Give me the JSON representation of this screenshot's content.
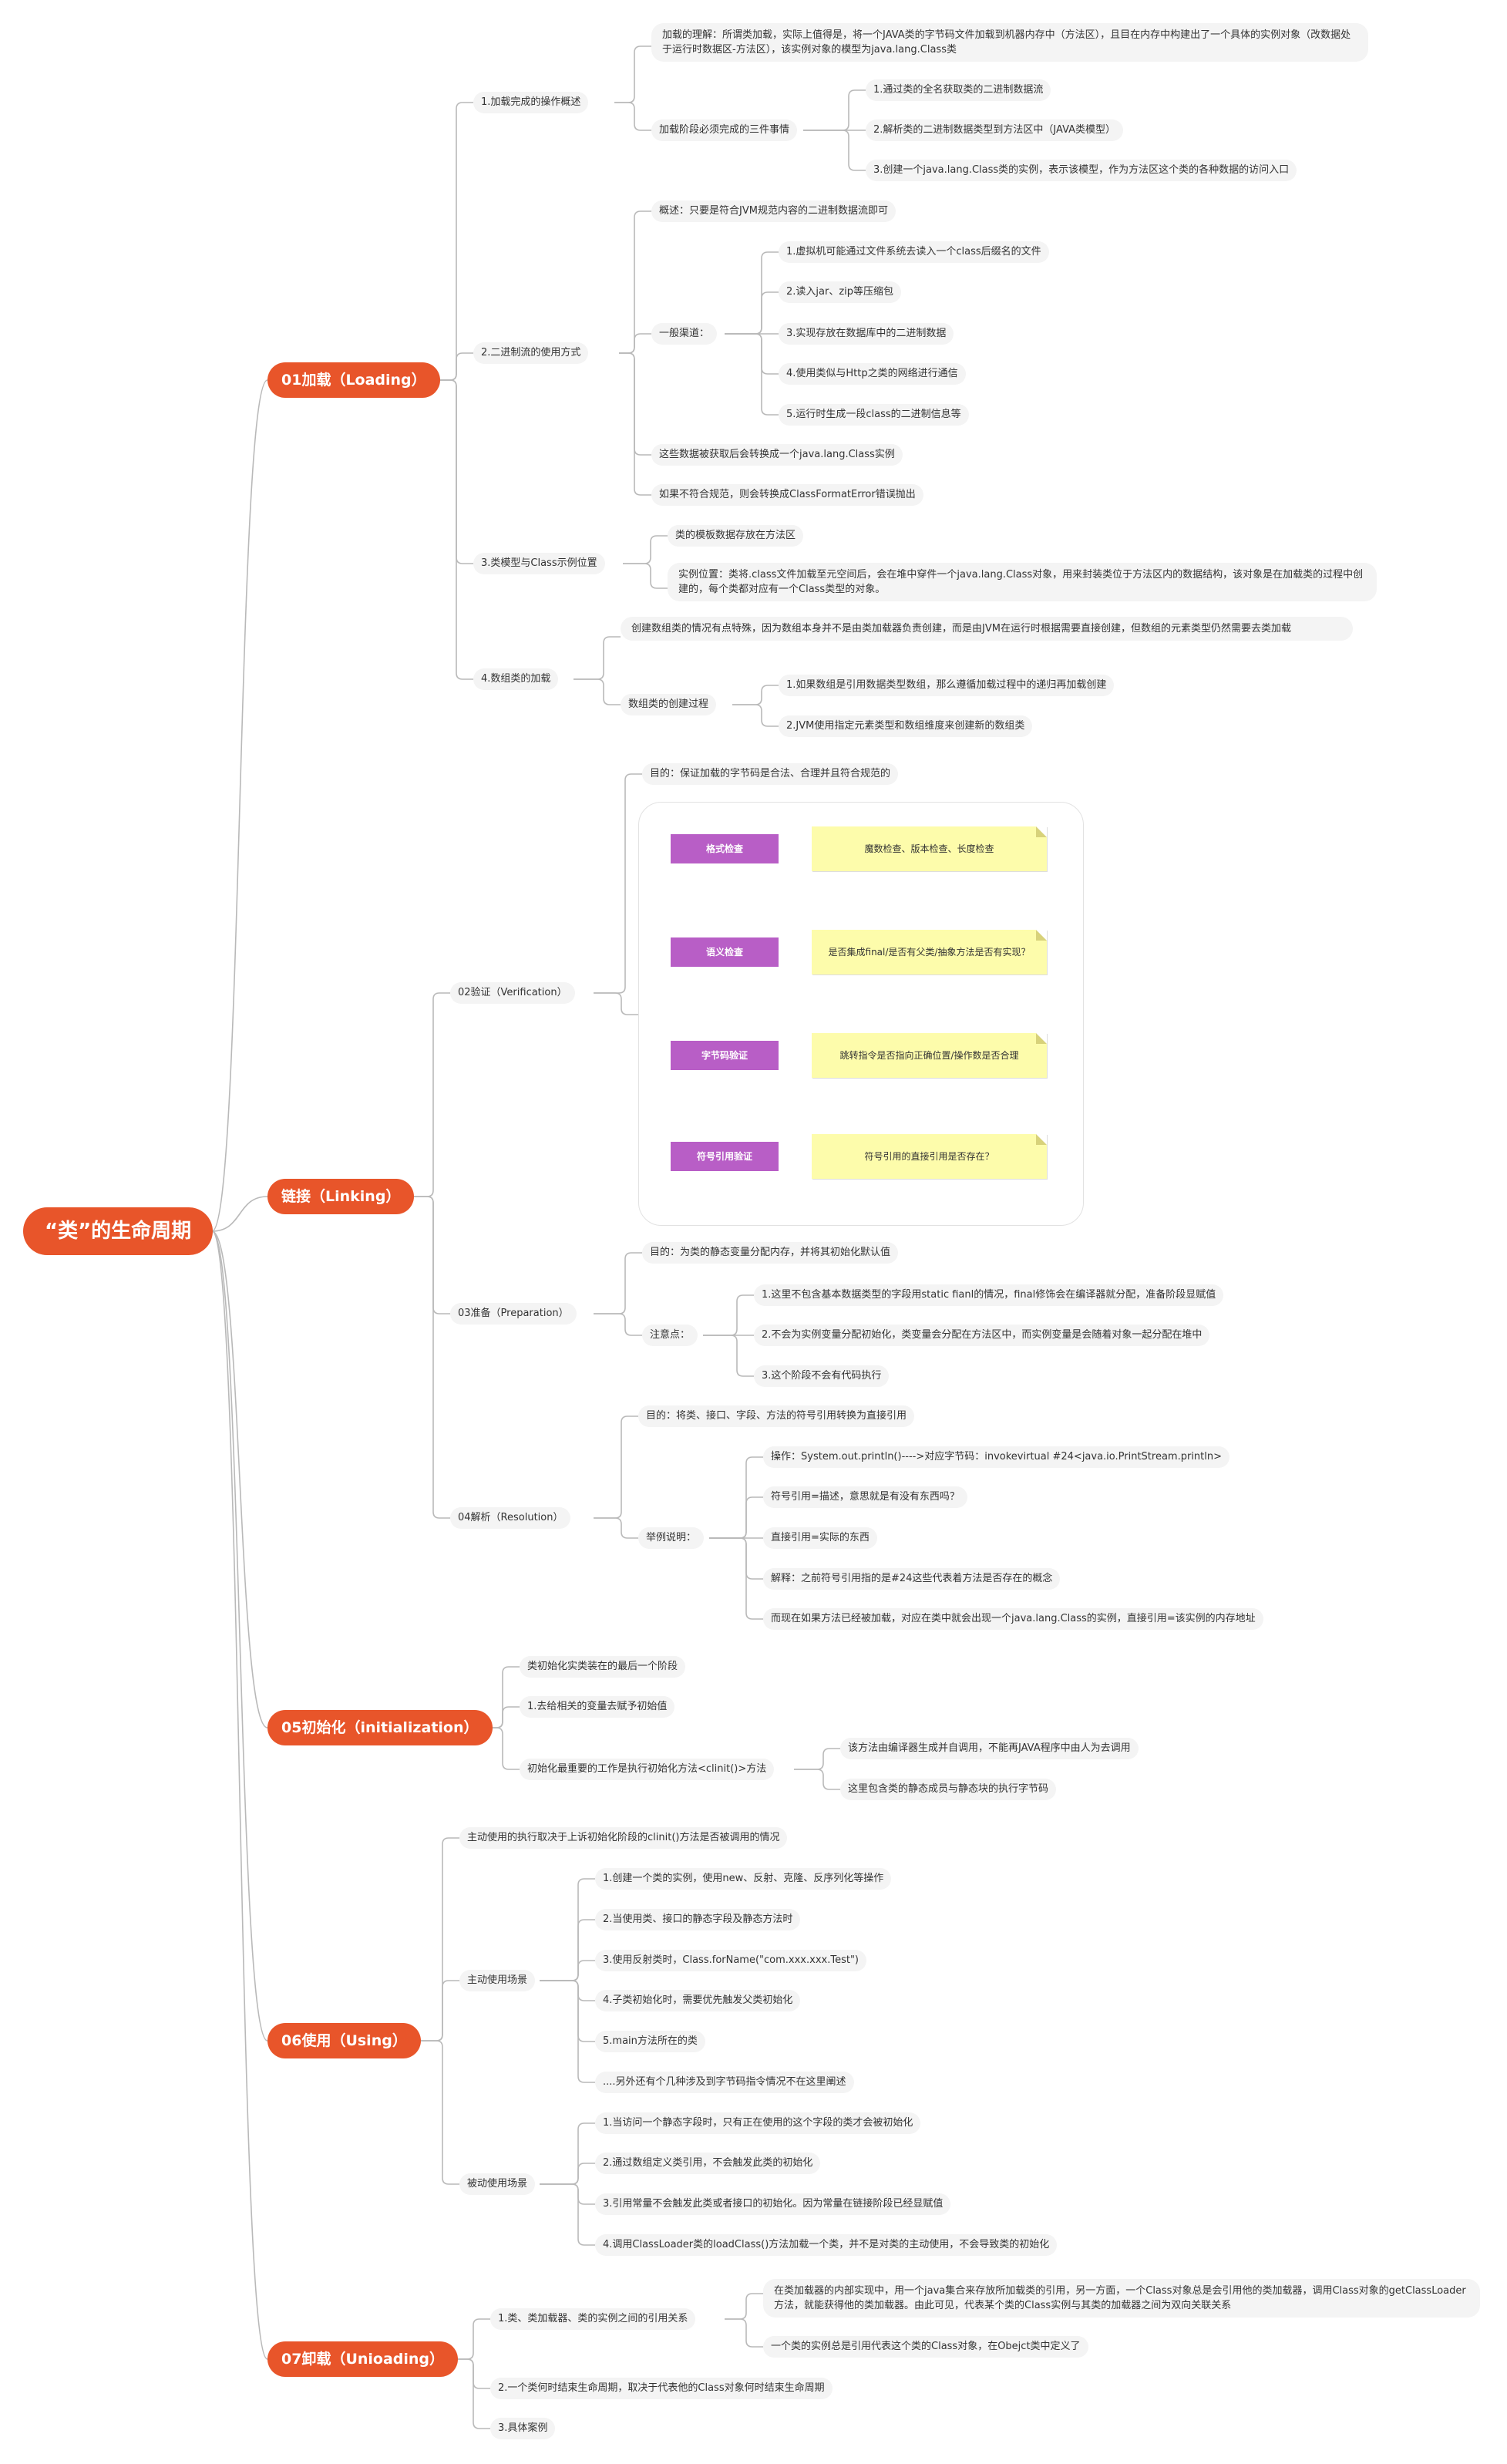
{
  "root": "“类”的生命周期",
  "loading": {
    "title": "01加载（Loading）",
    "ops": {
      "label": "1.加载完成的操作概述",
      "understanding": "加载的理解：所谓类加载，实际上值得是，将一个JAVA类的字节码文件加载到机器内存中（方法区），且目在内存中构建出了一个具体的实例对象（改数据处于运行时数据区-方法区），该实例对象的模型为java.lang.Class类",
      "three_things": {
        "label": "加载阶段必须完成的三件事情",
        "items": [
          "1.通过类的全名获取类的二进制数据流",
          "2.解析类的二进制数据类型到方法区中（JAVA类模型）",
          "3.创建一个java.lang.Class类的实例，表示该模型，作为方法区这个类的各种数据的访问入口"
        ]
      }
    },
    "binary": {
      "label": "2.二进制流的使用方式",
      "overview": "概述：只要是符合JVM规范内容的二进制数据流即可",
      "general": {
        "label": "一般渠道：",
        "items": [
          "1.虚拟机可能通过文件系统去读入一个class后缀名的文件",
          "2.读入jar、zip等压缩包",
          "3.实现存放在数据库中的二进制数据",
          "4.使用类似与Http之类的网络进行通信",
          "5.运行时生成一段class的二进制信息等"
        ]
      },
      "convert": "这些数据被获取后会转换成一个java.lang.Class实例",
      "error": "如果不符合规范，则会转换成ClassFormatError错误抛出"
    },
    "model": {
      "label": "3.类模型与Class示例位置",
      "items": [
        "类的模板数据存放在方法区",
        "实例位置：类将.class文件加载至元空间后，会在堆中穿件一个java.lang.Class对象，用来封装类位于方法区内的数据结构，该对象是在加载类的过程中创建的，每个类都对应有一个Class类型的对象。"
      ]
    },
    "array": {
      "label": "4.数组类的加载",
      "desc": "创建数组类的情况有点特殊，因为数组本身并不是由类加载器负责创建，而是由JVM在运行时根据需要直接创建，但数组的元素类型仍然需要去类加载",
      "process": {
        "label": "数组类的创建过程",
        "items": [
          "1.如果数组是引用数据类型数组，那么遵循加载过程中的递归再加载创建",
          "2.JVM使用指定元素类型和数组维度来创建新的数组类"
        ]
      }
    }
  },
  "linking": {
    "title": "链接（Linking）",
    "verification": {
      "label": "02验证（Verification）",
      "goal": "目的：保证加载的字节码是合法、合理并且符合规范的",
      "steps": [
        "格式检查",
        "语义检查",
        "字节码验证",
        "符号引用验证"
      ],
      "notes": [
        "魔数检查、版本检查、长度检查",
        "是否集成final/是否有父类/抽象方法是否有实现？",
        "跳转指令是否指向正确位置/操作数是否合理",
        "符号引用的直接引用是否存在？"
      ]
    },
    "preparation": {
      "label": "03准备（Preparation）",
      "goal": "目的：为类的静态变量分配内存，并将其初始化默认值",
      "note": {
        "label": "注意点：",
        "items": [
          "1.这里不包含基本数据类型的字段用static fianl的情况，final修饰会在编译器就分配，准备阶段显赋值",
          "2.不会为实例变量分配初始化，类变量会分配在方法区中，而实例变量是会随着对象一起分配在堆中",
          "3.这个阶段不会有代码执行"
        ]
      }
    },
    "resolution": {
      "label": "04解析（Resolution）",
      "goal": "目的：将类、接口、字段、方法的符号引用转换为直接引用",
      "example": {
        "label": "举例说明：",
        "items": [
          "操作：System.out.println()---->对应字节码：invokevirtual #24<java.io.PrintStream.println>",
          "符号引用=描述，意思就是有没有东西吗？",
          "直接引用=实际的东西",
          "解释：之前符号引用指的是#24这些代表着方法是否存在的概念",
          "而现在如果方法已经被加载，对应在类中就会出现一个java.lang.Class的实例，直接引用=该实例的内存地址"
        ]
      }
    }
  },
  "init": {
    "title": "05初始化（initialization）",
    "items": [
      "类初始化实类装在的最后一个阶段",
      "1.去给相关的变量去赋予初始值"
    ],
    "clinit": {
      "label": "初始化最重要的工作是执行初始化方法<clinit()>方法",
      "items": [
        "该方法由编译器生成并自调用，不能再JAVA程序中由人为去调用",
        "这里包含类的静态成员与静态块的执行字节码"
      ]
    }
  },
  "using": {
    "title": "06使用（Using）",
    "main": "主动使用的执行取决于上诉初始化阶段的clinit()方法是否被调用的情况",
    "active": {
      "label": "主动使用场景",
      "items": [
        "1.创建一个类的实例，使用new、反射、克隆、反序列化等操作",
        "2.当使用类、接口的静态字段及静态方法时",
        "3.使用反射类时，Class.forName(\"com.xxx.xxx.Test\")",
        "4.子类初始化时，需要优先触发父类初始化",
        "5.main方法所在的类",
        "....另外还有个几种涉及到字节码指令情况不在这里阐述"
      ]
    },
    "passive": {
      "label": "被动使用场景",
      "items": [
        "1.当访问一个静态字段时，只有正在使用的这个字段的类才会被初始化",
        "2.通过数组定义类引用，不会触发此类的初始化",
        "3.引用常量不会触发此类或者接口的初始化。因为常量在链接阶段已经显赋值",
        "4.调用ClassLoader类的loadClass()方法加载一个类，并不是对类的主动使用，不会导致类的初始化"
      ]
    }
  },
  "unloading": {
    "title": "07卸载（Unioading）",
    "ref": {
      "label": "1.类、类加载器、类的实例之间的引用关系",
      "items": [
        "在类加载器的内部实现中，用一个java集合来存放所加载类的引用，另一方面，一个Class对象总是会引用他的类加载器，调用Class对象的getClassLoader方法，就能获得他的类加载器。由此可见，代表某个类的Class实例与其类的加载器之间为双向关联关系",
        "一个类的实例总是引用代表这个类的Class对象，在Obejct类中定义了"
      ]
    },
    "end": "2.一个类何时结束生命周期，取决于代表他的Class对象何时结束生命周期",
    "case": "3.具体案例"
  }
}
